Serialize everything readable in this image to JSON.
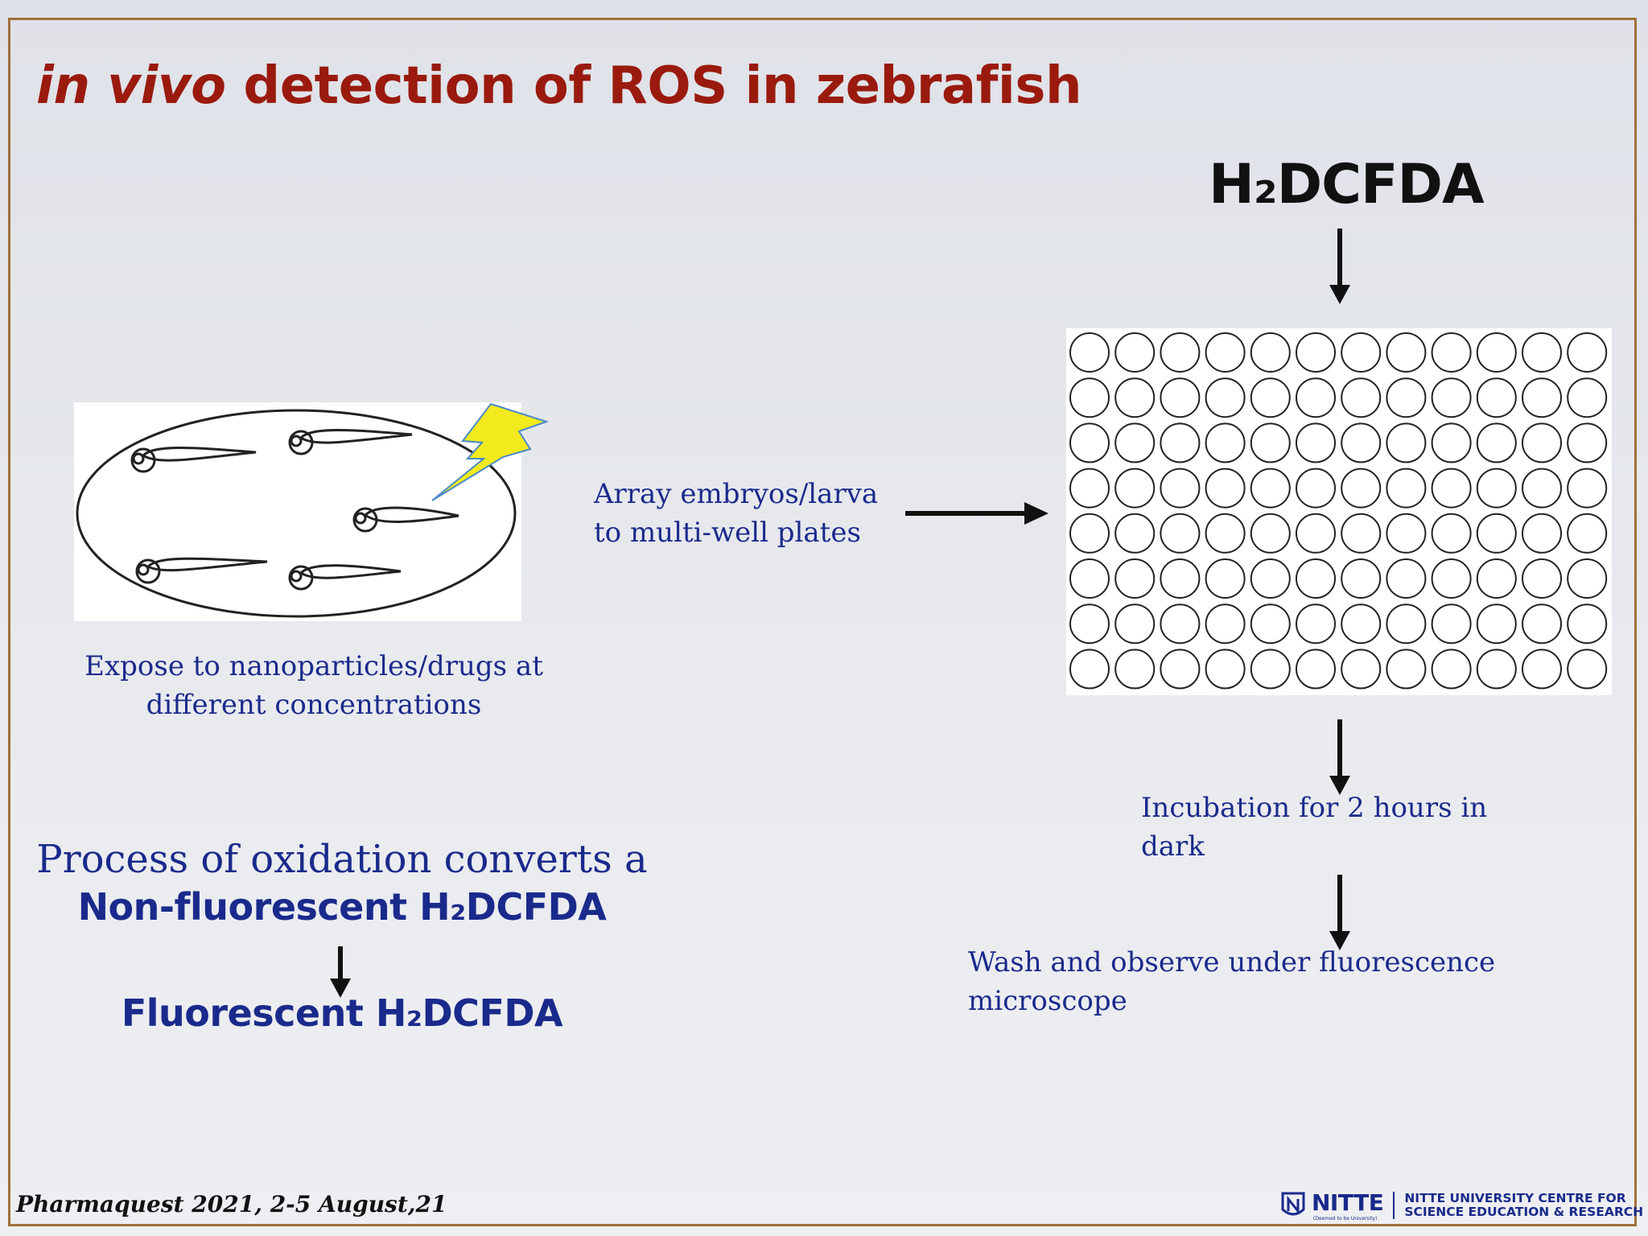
{
  "slide": {
    "title_italic": "in vivo",
    "title_rest": " detection of ROS in zebrafish",
    "dye_top": "H₂DCFDA",
    "step1_caption": "Expose to nanoparticles/drugs at different concentrations",
    "step2_caption": "Array embryos/larva to multi-well plates",
    "step3_caption": "Incubation for 2 hours in dark",
    "step4_caption": "Wash and observe under fluorescence microscope",
    "process_line": "Process of oxidation converts a",
    "non_fluorescent": "Non-fluorescent H₂DCFDA",
    "fluorescent": "Fluorescent H₂DCFDA",
    "footer": "Pharmaquest 2021, 2-5 August,21",
    "logo_word": "NITTE",
    "logo_tagline": "(Deemed to be University)",
    "logo_institution_line1": "NITTE UNIVERSITY CENTRE FOR",
    "logo_institution_line2": "SCIENCE EDUCATION & RESEARCH"
  },
  "plate": {
    "rows": 8,
    "columns": 12
  },
  "colors": {
    "title": "#9a1a0e",
    "body_text": "#1a2a8c",
    "frame": "#a0703a",
    "lightning": "#f2ea1c"
  },
  "icons": [
    "petri-dish-illustration",
    "zebrafish-larva-icon",
    "lightning-bolt-icon",
    "multi-well-plate",
    "arrow-right-icon",
    "arrow-down-icon",
    "nitte-logo-icon"
  ]
}
